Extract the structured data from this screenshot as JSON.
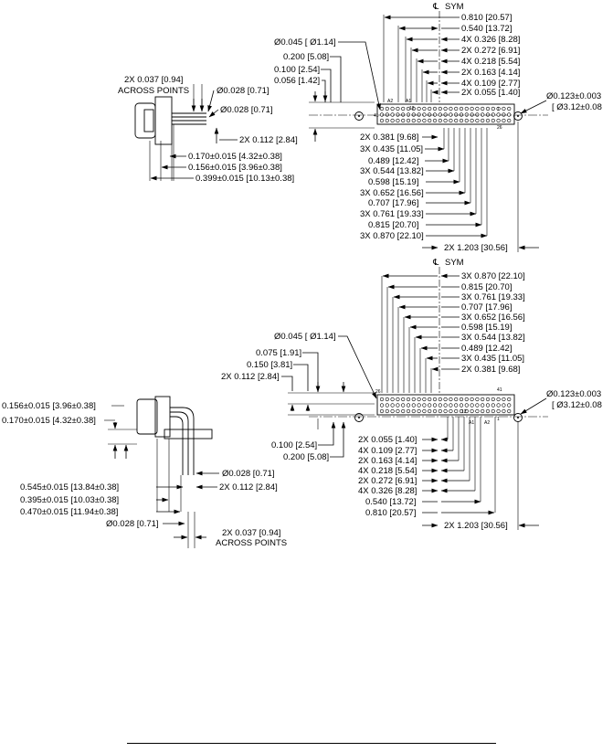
{
  "centerline_symbol": "℄",
  "sym": "SYM",
  "top_view": {
    "right_dims": [
      "0.810 [20.57]",
      "0.540 [13.72]",
      "4X 0.326 [8.28]",
      "2X  0.272 [6.91]",
      "4X 0.218 [5.54]",
      "2X 0.163 [4.14]",
      "4X 0.109 [2.77]",
      "2X 0.055 [1.40]"
    ],
    "hole_dia": "Ø0.045 [ Ø1.14]",
    "pitch_200": "0.200 [5.08]",
    "pitch_100": "0.100 [2.54]",
    "pitch_056": "0.056 [1.42]",
    "mount_hole_1": "Ø0.123±0.003",
    "mount_hole_2": "[ Ø3.12±0.08",
    "across_points_1": "2X 0.037 [0.94]",
    "across_points_2": "ACROSS POINTS",
    "pin_dia_1": "Ø0.028 [0.71]",
    "pin_dia_2": "Ø0.028 [0.71]",
    "pin_spacing": "2X 0.112 [2.84]",
    "dim_170": "0.170±0.015 [4.32±0.38]",
    "dim_156": "0.156±0.015 [3.96±0.38]",
    "dim_399": "0.399±0.015 [10.13±0.38]",
    "left_dims": [
      "2X 0.381 [9.68]",
      "3X 0.435 [11.05]",
      "0.489 [12.42]",
      "3X 0.544 [13.82]",
      "0.598 [15.19]",
      "3X 0.652 [16.56]",
      "0.707 [17.96]",
      "3X 0.761 [19.33]",
      "0.815 [20.70]",
      "3X 0.870 [22.10]"
    ],
    "overall_width": "2X 1.203 [30.56]",
    "pin_labels": {
      "a2": "A2",
      "a1": "A1",
      "p41": "41",
      "p12": "12",
      "p1": "1",
      "p26": "26"
    }
  },
  "bottom_view": {
    "right_dims": [
      "3X 0.870 [22.10]",
      "0.815 [20.70]",
      "3X 0.761 [19.33]",
      "0.707 [17.96]",
      "3X 0.652 [16.56]",
      "0.598 [15.19]",
      "3X 0.544 [13.82]",
      "0.489 [12.42]",
      "3X 0.435 [11.05]",
      "2X 0.381 [9.68]"
    ],
    "hole_dia": "Ø0.045 [ Ø1.14]",
    "pitch_075": "0.075 [1.91]",
    "pitch_150": "0.150 [3.81]",
    "pin_spacing_top": "2X 0.112 [2.84]",
    "mount_hole_1": "Ø0.123±0.003",
    "mount_hole_2": "[ Ø3.12±0.08",
    "dim_156": "0.156±0.015 [3.96±0.38]",
    "dim_170": "0.170±0.015 [4.32±0.38]",
    "pitch_100": "0.100 [2.54]",
    "pitch_200": "0.200 [5.08]",
    "pin_dia": "Ø0.028 [0.71]",
    "pin_spacing": "2X 0.112 [2.84]",
    "dim_545": "0.545±0.015 [13.84±0.38]",
    "dim_395": "0.395±0.015 [10.03±0.38]",
    "dim_470": "0.470±0.015 [11.94±0.38]",
    "pin_dia_2": "Ø0.028 [0.71]",
    "across_points_1": "2X 0.037 [0.94]",
    "across_points_2": "ACROSS POINTS",
    "lower_dims": [
      "2X 0.055 [1.40]",
      "4X 0.109 [2.77]",
      "2X 0.163 [4.14]",
      "4X 0.218 [5.54]",
      "2X 0.272 [6.91]",
      "4X 0.326 [8.28]",
      "0.540 [13.72]",
      "0.810 [20.57]"
    ],
    "overall_width": "2X 1.203 [30.56]",
    "pin_labels": {
      "p26": "26",
      "p41": "41",
      "p12": "12",
      "a1": "A1",
      "a2": "A2",
      "p1": "1"
    }
  }
}
